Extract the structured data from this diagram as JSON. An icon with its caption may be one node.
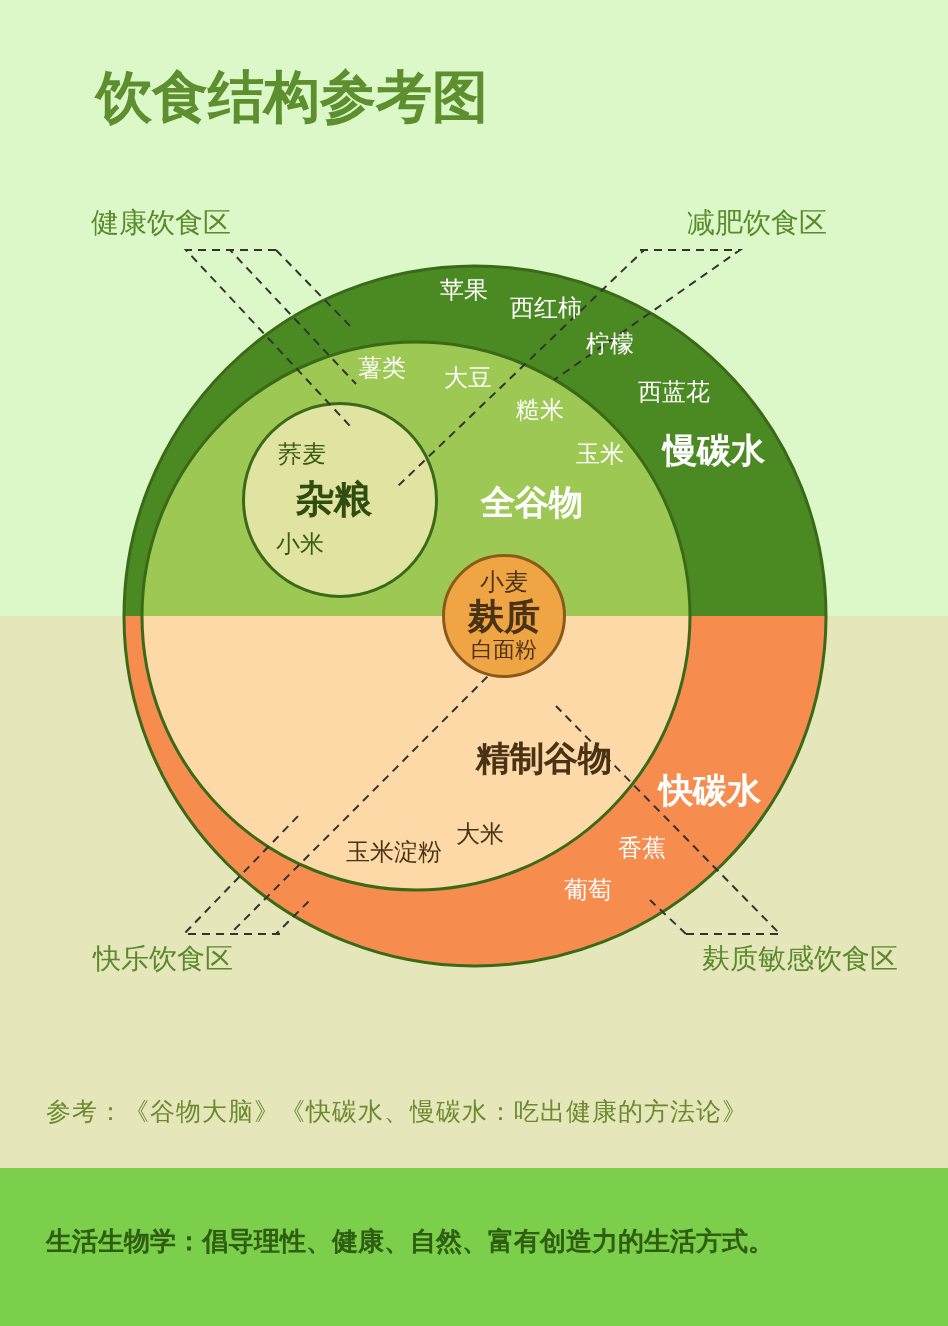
{
  "diagram": {
    "title": "饮食结构参考图",
    "nodes": [
      {
        "text": [
          "苹果",
          "西红柿",
          "柠檬",
          "西蓝花",
          "慢碳水"
        ]
      },
      {
        "text": [
          "薯类",
          "大豆",
          "糙米",
          "玉米",
          "全谷物"
        ],
        "in": 0
      },
      {
        "text": [
          "荞麦",
          "杂粮",
          "小米"
        ],
        "in": 1
      },
      {
        "text": [
          "小麦",
          "麸质",
          "白面粉"
        ]
      },
      {
        "text": [
          "快碳水",
          "香蕉",
          "葡萄"
        ]
      },
      {
        "text": [
          "精制谷物",
          "大米",
          "玉米淀粉"
        ],
        "in": 4
      },
      {
        "text": [
          "健康饮食区"
        ]
      },
      {
        "text": [
          "减肥饮食区"
        ]
      },
      {
        "text": [
          "快乐饮食区"
        ]
      },
      {
        "text": [
          "麸质敏感饮食区"
        ]
      }
    ],
    "edges": [
      {
        "from": 6,
        "to": 2,
        "arrow": "none",
        "style": "dashed"
      },
      {
        "from": 6,
        "to": 1,
        "arrow": "none",
        "style": "dashed"
      },
      {
        "from": 6,
        "to": 0,
        "arrow": "none",
        "style": "dashed"
      },
      {
        "from": 7,
        "to": 2,
        "arrow": "none",
        "style": "dashed"
      },
      {
        "from": 7,
        "to": 1,
        "arrow": "none",
        "style": "dashed"
      },
      {
        "from": 8,
        "to": 5,
        "arrow": "none",
        "style": "dashed"
      },
      {
        "from": 8,
        "to": 3,
        "arrow": "none",
        "style": "dashed"
      },
      {
        "from": 8,
        "to": 4,
        "arrow": "none",
        "style": "dashed"
      },
      {
        "from": 9,
        "to": 5,
        "arrow": "none",
        "style": "dashed"
      },
      {
        "from": 9,
        "to": 4,
        "arrow": "none",
        "style": "dashed"
      }
    ],
    "labels": [
      "参考：《谷物大脑》《快碳水、慢碳水：吃出健康的方法论》",
      "生活生物学：倡导理性、健康、自然、富有创造力的生活方式。"
    ]
  }
}
